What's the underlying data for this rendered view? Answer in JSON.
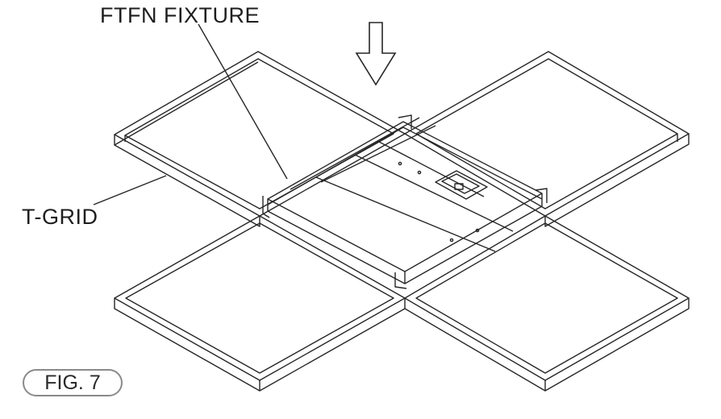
{
  "labels": {
    "fixture": "FTFN FIXTURE",
    "t_grid": "T-GRID",
    "figure": "FIG. 7"
  },
  "icons": {
    "insertion_arrow": "down-arrow-icon"
  },
  "colors": {
    "line": "#1e1e1e",
    "badge_border": "#8a8a8a"
  }
}
